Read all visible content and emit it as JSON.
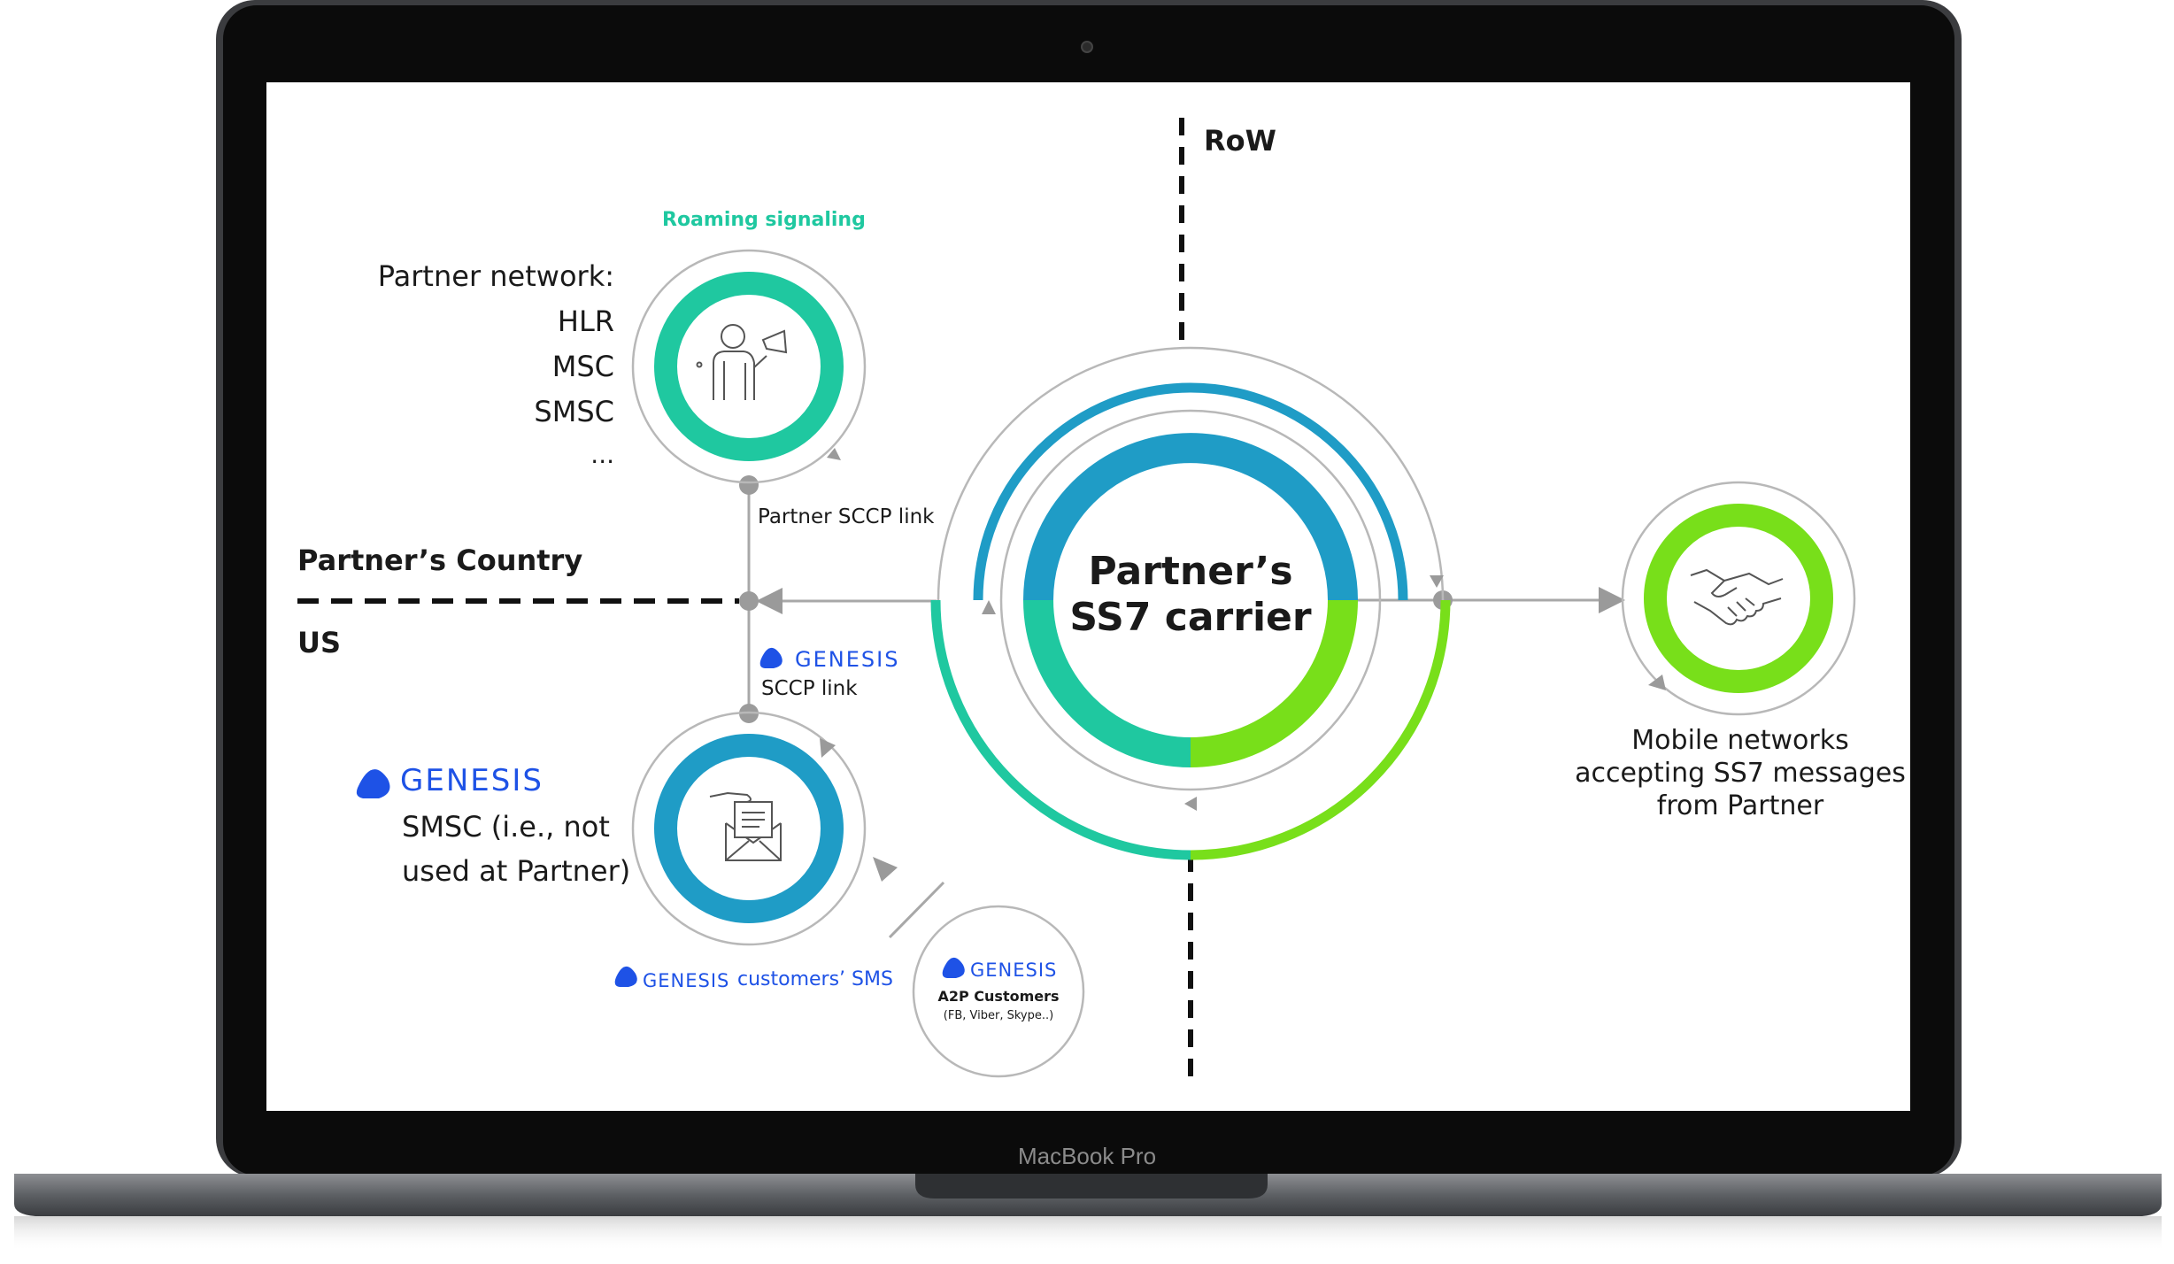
{
  "diagram": {
    "title": "Partner’s SS7 carrier",
    "title_lines": [
      "Partner’s",
      "SS7 carrier"
    ],
    "regions": {
      "row": "RoW",
      "partner_country": "Partner’s Country",
      "us": "US"
    },
    "roaming_label": "Roaming signaling",
    "partner_network": {
      "heading": "Partner network:",
      "items": [
        "HLR",
        "MSC",
        "SMSC",
        "..."
      ]
    },
    "links": {
      "partner_sccp": "Partner SCCP link",
      "genesis_sccp_brand": "GENESIS",
      "genesis_sccp": "SCCP link"
    },
    "genesis_smsc": {
      "brand": "GENESIS",
      "line1": "SMSC (i.e., not",
      "line2": "used at Partner)"
    },
    "customers_sms": {
      "brand": "GENESIS",
      "label": "customers’ SMS"
    },
    "a2p": {
      "brand": "GENESIS",
      "label": "A2P Customers",
      "sub": "(FB, Viber, Skype..)"
    },
    "mobile_networks": [
      "Mobile networks",
      "accepting SS7 messages",
      "from Partner"
    ]
  },
  "device": {
    "label": "MacBook Pro"
  },
  "colors": {
    "teal": "#1fc8a0",
    "blue": "#1f9cc6",
    "green": "#78df1a",
    "genesis_blue": "#1e52e6"
  },
  "icons": {
    "partner_icon": "person-megaphone-icon",
    "smsc_icon": "envelope-document-icon",
    "mobile_icon": "handshake-icon",
    "brand_icon": "genesis-logo-icon",
    "camera": "camera-icon"
  }
}
